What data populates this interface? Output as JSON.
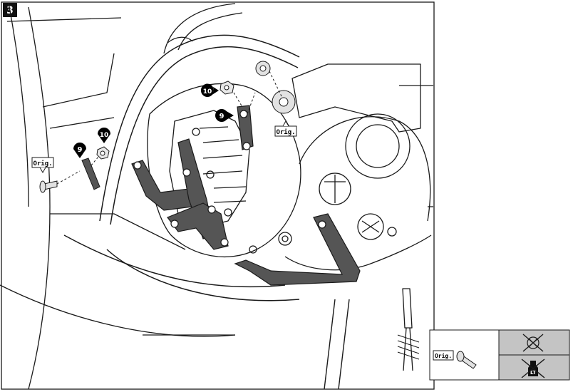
{
  "step": {
    "number": "3"
  },
  "callouts": {
    "left_9": "9",
    "left_10": "10",
    "top_10": "10",
    "top_9": "9"
  },
  "labels": {
    "orig_left": "Orig.",
    "orig_top": "Orig.",
    "legend_orig": "Orig."
  },
  "legend": {
    "torque_icon": "no-torque-wrench-icon",
    "loctite_icon": "no-threadlocker-icon",
    "loctite_text": "LT"
  },
  "colors": {
    "outline": "#1a1a1a",
    "bracket_fill": "#555555",
    "callout_fill": "#000000",
    "legend_grey": "#c4c4c4",
    "original_part": "#e2e2e2"
  }
}
